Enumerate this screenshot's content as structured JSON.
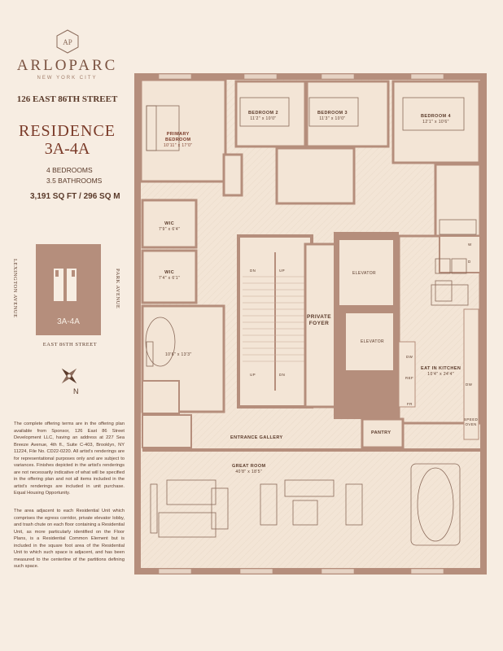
{
  "brand": {
    "name": "ARLOPARC",
    "subtitle": "NEW YORK CITY"
  },
  "address": "126 EAST 86TH STREET",
  "residence": {
    "title": "RESIDENCE",
    "unit": "3A-4A",
    "bedrooms": "4 BEDROOMS",
    "bathrooms": "3.5 BATHROOMS",
    "area": "3,191 SQ FT / 296 SQ M"
  },
  "keyplan": {
    "unit_label": "3A-4A",
    "street_west": "LEXINGTON AVENUE",
    "street_east": "PARK AVENUE",
    "street_south": "EAST 86TH STREET",
    "north": "N"
  },
  "legal": {
    "paragraph1": "The complete offering terms are in the offering plan available from Sponsor, 126 East 86 Street Development LLC, having an address at 227 Sea Breeze Avenue, 4th fl., Suite C-403, Brooklyn, NY 11224, File No. CD22-0220. All artist's renderings are for representational purposes only and are subject to variances. Finishes depicted in the artist's renderings are not necessarily indicative of what will be specified in the offering plan and not all items included in the artist's renderings are included in unit purchase. Equal Housing Opportunity.",
    "paragraph2": "The area adjacent to each Residential Unit which comprises the egress corridor, private elevator lobby, and trash chute on each floor containing a Residential Unit, as more particularly identified on the Floor Plans, is a Residential Common Element but is included in the square foot area of the Residential Unit to which such space is adjacent, and has been measured to the centerline of the partitions defining such space."
  },
  "rooms": {
    "primary_bedroom": {
      "name": "PRIMARY\nBEDROOM",
      "dim": "10'11\" x 17'0\""
    },
    "bedroom2": {
      "name": "BEDROOM 2",
      "dim": "11'2\" x 10'0\""
    },
    "bedroom3": {
      "name": "BEDROOM 3",
      "dim": "11'3\" x 10'0\""
    },
    "bedroom4": {
      "name": "BEDROOM 4",
      "dim": "12'1\" x 10'6\""
    },
    "wic1": {
      "name": "WIC",
      "dim": "7'9\" x 6'4\""
    },
    "wic2": {
      "name": "WIC",
      "dim": "7'4\" x 6'1\""
    },
    "primary_bath": {
      "dim": "10'6\" x 13'3\""
    },
    "private_foyer": {
      "name": "PRIVATE\nFOYER"
    },
    "elevator1": {
      "name": "ELEVATOR"
    },
    "elevator2": {
      "name": "ELEVATOR"
    },
    "eat_in_kitchen": {
      "name": "EAT IN KITCHEN",
      "dim": "10'4\" x 24'4\""
    },
    "entrance_gallery": {
      "name": "ENTRANCE GALLERY"
    },
    "pantry": {
      "name": "PANTRY"
    },
    "great_room": {
      "name": "GREAT ROOM",
      "dim": "40'8\" x 18'5\""
    },
    "stair_dn1": "DN",
    "stair_up1": "UP",
    "stair_up2": "UP",
    "stair_dn2": "DN",
    "dw1": "DW",
    "ref": "REF",
    "fr": "FR",
    "dw2": "DW",
    "speed_oven": "SPEED\nOVEN",
    "w": "W",
    "d": "D"
  },
  "colors": {
    "background": "#f7ede2",
    "wall": "#b58e7c",
    "text": "#5a3a2a",
    "accent": "#7a3a28"
  }
}
